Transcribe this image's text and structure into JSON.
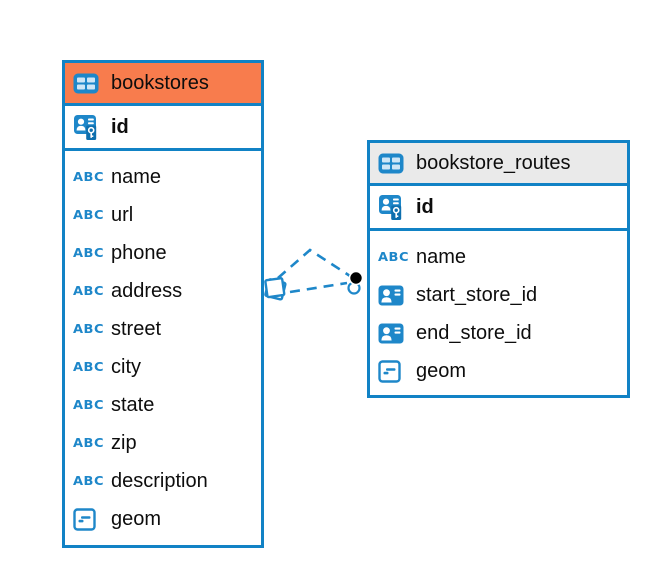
{
  "colors": {
    "accent_blue": "#1182c5",
    "icon_blue": "#1e87c9",
    "header_orange": "#f87c4d",
    "header_gray": "#eaeaea",
    "connector_endpoint_black": "#000000",
    "text": "#0d0d0d"
  },
  "icons": {
    "text_type_glyph": "ABC"
  },
  "tables": [
    {
      "name": "bookstores",
      "primary_key": "id",
      "fields": [
        {
          "name": "name",
          "type": "text"
        },
        {
          "name": "url",
          "type": "text"
        },
        {
          "name": "phone",
          "type": "text"
        },
        {
          "name": "address",
          "type": "text"
        },
        {
          "name": "street",
          "type": "text"
        },
        {
          "name": "city",
          "type": "text"
        },
        {
          "name": "state",
          "type": "text"
        },
        {
          "name": "zip",
          "type": "text"
        },
        {
          "name": "description",
          "type": "text"
        },
        {
          "name": "geom",
          "type": "geometry"
        }
      ]
    },
    {
      "name": "bookstore_routes",
      "primary_key": "id",
      "fields": [
        {
          "name": "name",
          "type": "text"
        },
        {
          "name": "start_store_id",
          "type": "reference"
        },
        {
          "name": "end_store_id",
          "type": "reference"
        },
        {
          "name": "geom",
          "type": "geometry"
        }
      ]
    }
  ],
  "relationships": [
    {
      "from": "bookstore_routes",
      "to": "bookstores",
      "style": "dashed"
    },
    {
      "from": "bookstore_routes",
      "to": "bookstores",
      "style": "dashed"
    }
  ]
}
